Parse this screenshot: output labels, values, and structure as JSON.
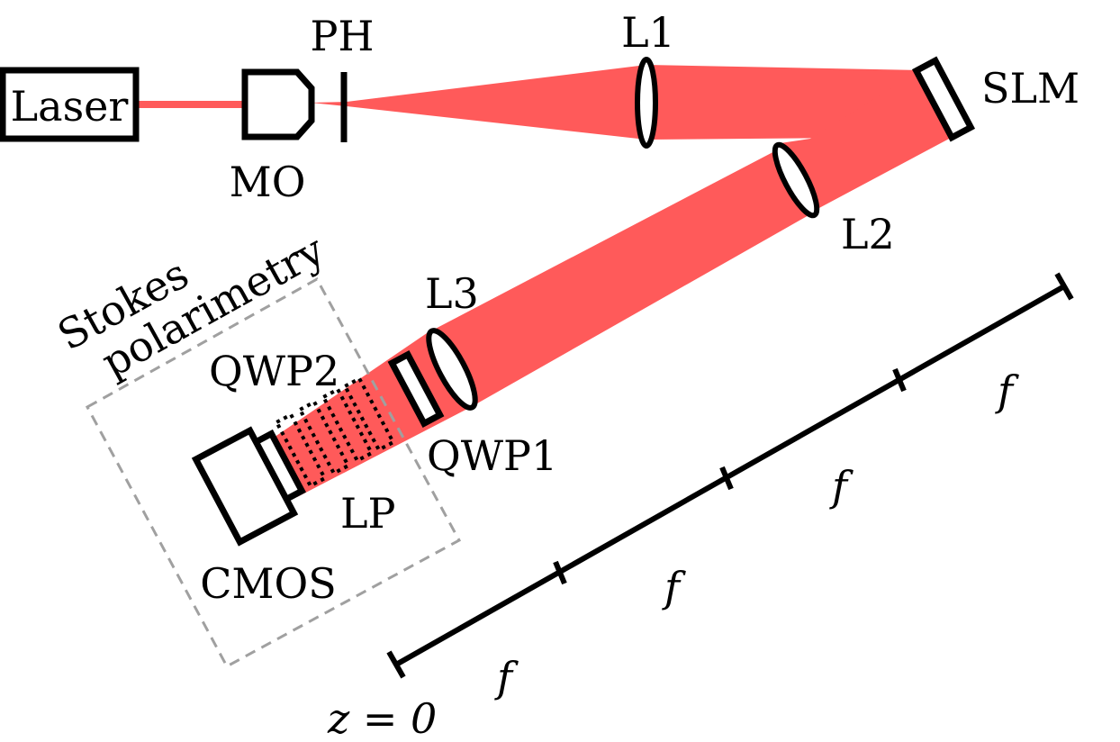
{
  "components": {
    "laser": "Laser",
    "mo": "MO",
    "ph": "PH",
    "l1": "L1",
    "slm": "SLM",
    "l2": "L2",
    "l3": "L3",
    "qwp1": "QWP1",
    "qwp2": "QWP2",
    "lp": "LP",
    "cmos": "CMOS"
  },
  "region": {
    "title_line1": "Stokes",
    "title_line2": "polarimetry"
  },
  "scale": {
    "segment_label": "f",
    "origin_label": "z = 0"
  },
  "colors": {
    "beam": "#ff5a5a",
    "outline": "#000000",
    "region_border": "#a0a0a0"
  }
}
